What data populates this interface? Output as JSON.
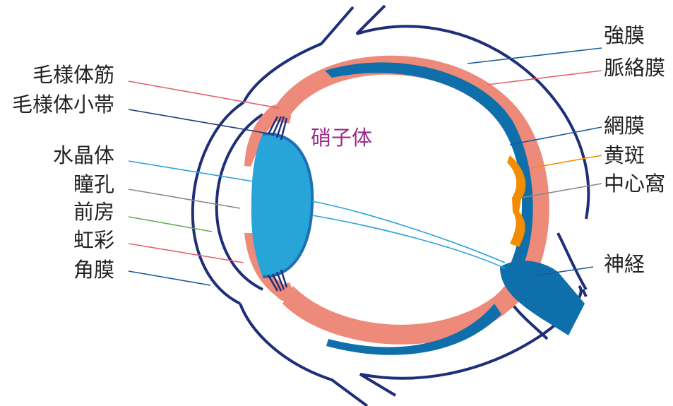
{
  "colors": {
    "outline": "#1f2e78",
    "sclera_pink": "#ee8a7a",
    "retina_blue": "#0f6fab",
    "lens_blue": "#27a4d8",
    "macula": "#f28c00",
    "vitreous_text": "#9a2b8c",
    "line_red": "#e36070",
    "line_navy": "#1f3a7a",
    "line_cyan": "#2aa3dc",
    "line_gray": "#888888",
    "line_green": "#6aaa5a",
    "line_darkblue": "#1a5a9a",
    "line_orange": "#f28c00"
  },
  "labels": {
    "left": {
      "ciliary_muscle": "毛様体筋",
      "zonule": "毛様体小帯",
      "lens": "水晶体",
      "pupil": "瞳孔",
      "anterior_chamber": "前房",
      "iris": "虹彩",
      "cornea": "角膜"
    },
    "right": {
      "sclera": "強膜",
      "choroid": "脈絡膜",
      "retina": "網膜",
      "macula": "黄斑",
      "fovea": "中心窩",
      "nerve": "神経"
    },
    "center": {
      "vitreous": "硝子体"
    }
  }
}
